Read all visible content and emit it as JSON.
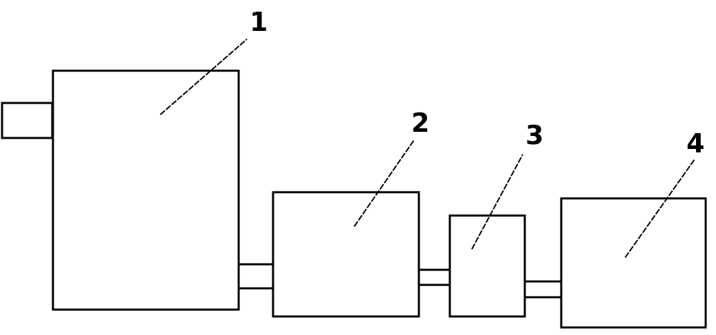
{
  "diagram": {
    "components": [
      {
        "label": "1"
      },
      {
        "label": "2"
      },
      {
        "label": "3"
      },
      {
        "label": "4"
      }
    ]
  }
}
